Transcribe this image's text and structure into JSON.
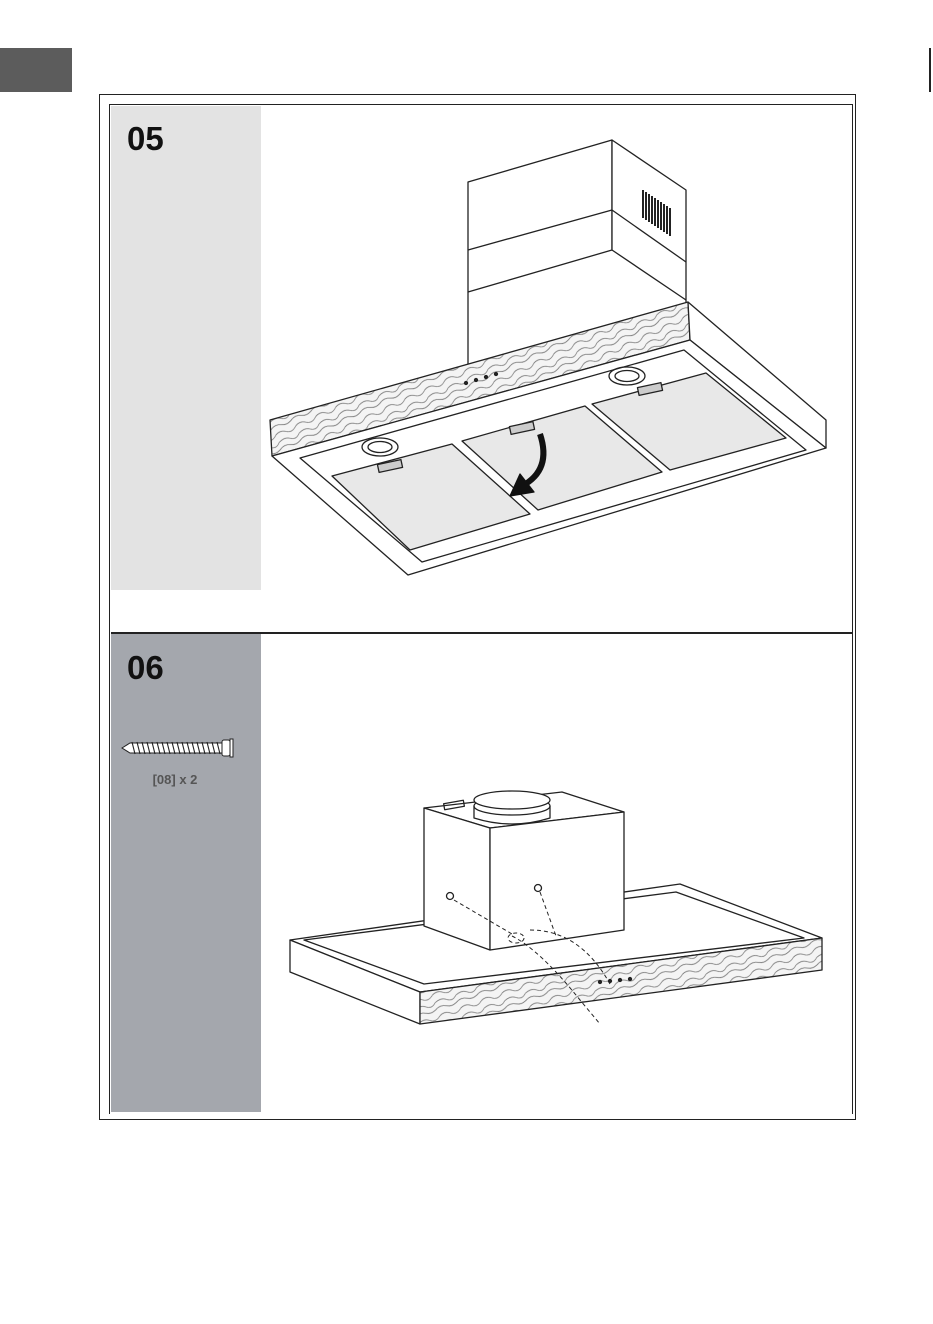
{
  "steps": [
    {
      "number": "05"
    },
    {
      "number": "06",
      "part_quantity": "[08] x 2"
    }
  ],
  "icons": [
    "range-hood-filter-removal-illustration",
    "screw-icon",
    "range-hood-mounting-illustration"
  ]
}
